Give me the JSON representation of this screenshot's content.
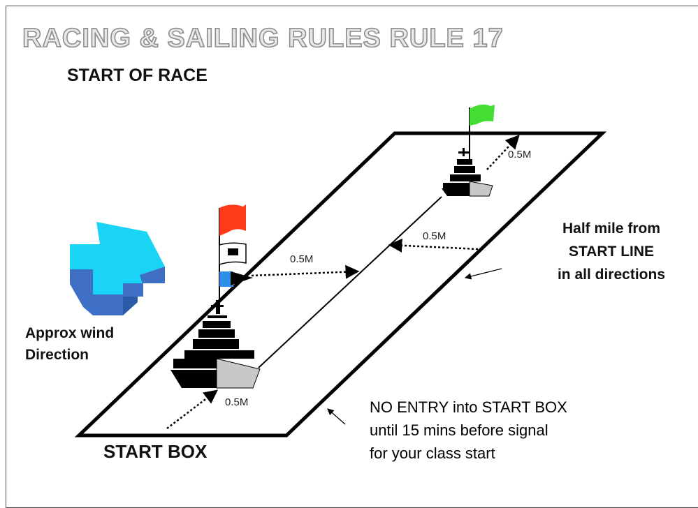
{
  "title": "RACING & SAILING RULES   RULE 17",
  "subtitle": "START OF RACE",
  "distance_labels": {
    "top_mark": "0.5M",
    "mid_right": "0.5M",
    "mid_left": "0.5M",
    "bottom": "0.5M"
  },
  "half_mile_note": [
    "Half mile from",
    "START LINE",
    "in all  directions"
  ],
  "wind_note": [
    "Approx wind",
    "Direction"
  ],
  "no_entry_note": [
    "NO ENTRY into START BOX",
    "until 15 mins before signal",
    "for your class start"
  ],
  "start_box_label": "START BOX",
  "colors": {
    "red_flag": "#ff3a1a",
    "green_flag": "#44dd33",
    "blue_flag": "#2f8fe8",
    "wind_arrow": "#1ad4f5",
    "box_outline": "#000000"
  },
  "icons": [
    "wind-arrow-icon",
    "red-flag-icon",
    "green-flag-icon",
    "committee-ship-icon",
    "mark-ship-icon"
  ]
}
